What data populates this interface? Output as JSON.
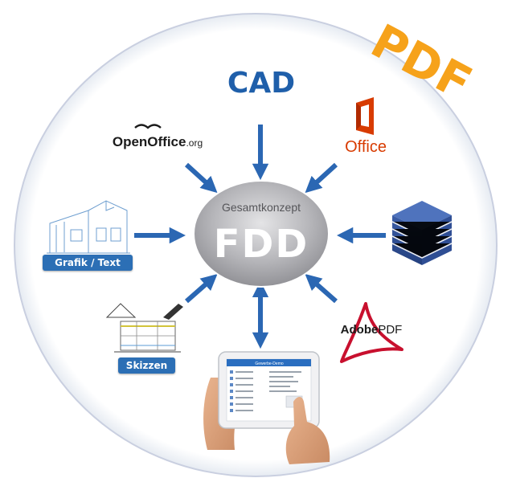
{
  "pdf_label": "PDF",
  "cad_label": "CAD",
  "center": {
    "subtitle": "Gesamtkonzept",
    "title": "FDD"
  },
  "openoffice": {
    "open": "OpenOffice",
    "suffix": ".org"
  },
  "office": {
    "label": "Office"
  },
  "adobe": {
    "adobe": "Adobe",
    "pdf": "PDF"
  },
  "grafik": {
    "label": "Grafik / Text"
  },
  "skizzen": {
    "label": "Skizzen"
  },
  "tablet_screen_header": "Gewerbe-Demo",
  "colors": {
    "arrow": "#2b67b3",
    "cad": "#1f5faa",
    "pdf": "#f6a21a",
    "office": "#d83b01",
    "ellipse": "#9c9ca0",
    "badge": "#2c6fb5",
    "acrobat": "#c8102e"
  }
}
